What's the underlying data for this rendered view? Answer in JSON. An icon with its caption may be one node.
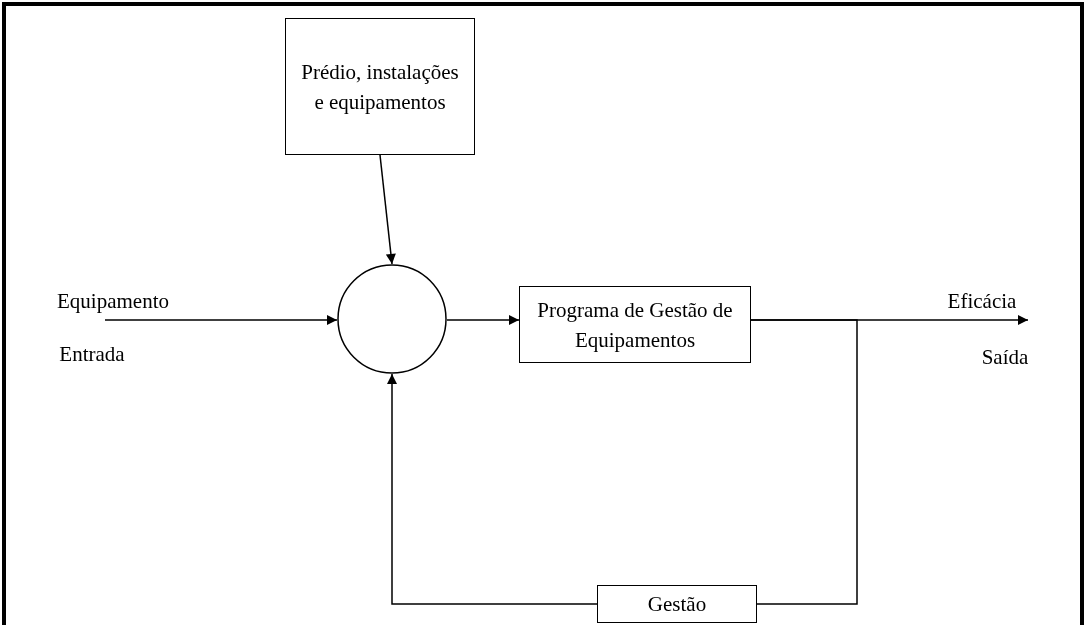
{
  "diagram": {
    "nodes": [
      {
        "text": [
          "Prédio, instalações e equipamentos"
        ]
      },
      {
        "text": [],
        "shape": "circle"
      },
      {
        "text": [
          "Programa de Gestão de Equipamentos"
        ]
      },
      {
        "text": [
          "Gestão"
        ]
      },
      {
        "text": [
          "Equipamento"
        ]
      },
      {
        "text": [
          "Eficácia"
        ]
      }
    ],
    "edges": [
      {
        "from": 0,
        "to": 1,
        "arrow": "to"
      },
      {
        "from": 4,
        "to": 1,
        "arrow": "to"
      },
      {
        "from": 1,
        "to": 2,
        "arrow": "to"
      },
      {
        "from": 2,
        "to": 5,
        "arrow": "to"
      },
      {
        "from": 2,
        "to": 3,
        "arrow": "none"
      },
      {
        "from": 3,
        "to": 1,
        "arrow": "to"
      }
    ],
    "labels": [
      "Entrada",
      "Saída"
    ]
  }
}
